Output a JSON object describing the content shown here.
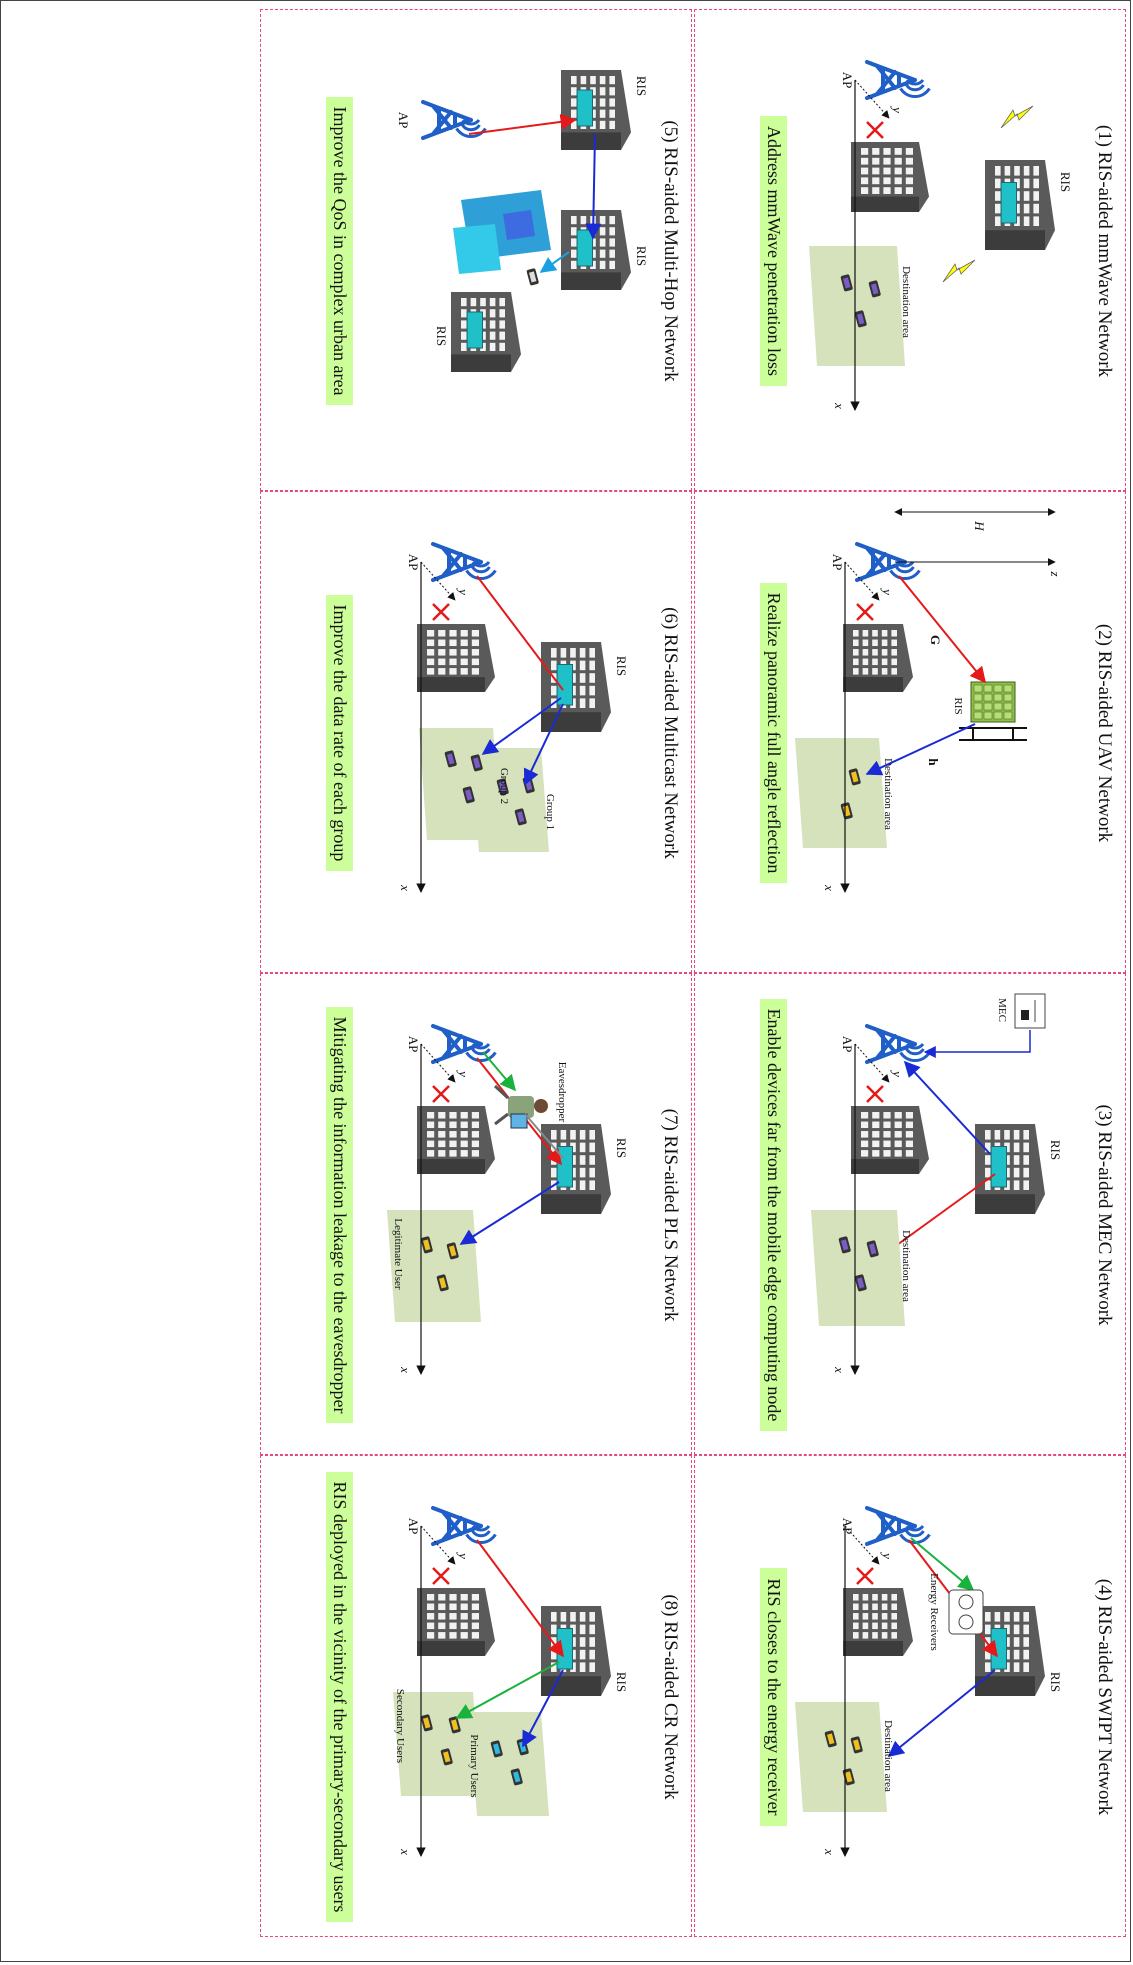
{
  "panels": [
    {
      "title": "(1) RIS-aided mmWave Network",
      "caption": "Address mmWave penetration loss",
      "labels": {
        "ris": "RIS",
        "ap": "AP",
        "dest": "Destination area",
        "x": "x",
        "y": "y"
      }
    },
    {
      "title": "(2) RIS-aided UAV Network",
      "caption": "Realize panoramic full angle reflection",
      "labels": {
        "ris": "RIS",
        "ap": "AP",
        "dest": "Destination area",
        "x": "x",
        "y": "y",
        "z": "z",
        "H": "H",
        "G": "G",
        "h": "h"
      }
    },
    {
      "title": "(3) RIS-aided MEC Network",
      "caption": "Enable devices far from the mobile edge computing node",
      "labels": {
        "ris": "RIS",
        "ap": "AP",
        "dest": "Destination area",
        "mec": "MEC",
        "x": "x",
        "y": "y"
      }
    },
    {
      "title": "(4) RIS-aided SWIPT Network",
      "caption": "RIS closes to the energy receiver",
      "labels": {
        "ris": "RIS",
        "ap": "AP",
        "dest": "Destination area",
        "energy": "Energy Receivers",
        "x": "x",
        "y": "y"
      }
    },
    {
      "title": "(5) RIS-aided Multi-Hop Network",
      "caption": "Improve the QoS in complex urban area",
      "labels": {
        "ris1": "RIS",
        "ris2": "RIS",
        "ris3": "RIS",
        "ap": "AP"
      }
    },
    {
      "title": "(6) RIS-aided Multicast Network",
      "caption": "Improve the data rate of each group",
      "labels": {
        "ris": "RIS",
        "ap": "AP",
        "g1": "Group 1",
        "g2": "Group 2",
        "x": "x",
        "y": "y"
      }
    },
    {
      "title": "(7) RIS-aided PLS Network",
      "caption": "Mitigating the information leakage to the eavesdropper",
      "labels": {
        "ris": "RIS",
        "ap": "AP",
        "eve": "Eavesdropper",
        "legit": "Legitimate User",
        "x": "x",
        "y": "y"
      }
    },
    {
      "title": "(8) RIS-aided CR Network",
      "caption": "RIS deployed in the vicinity of the primary-secondary users",
      "labels": {
        "ris": "RIS",
        "ap": "AP",
        "pu": "Primary Users",
        "su": "Secondary Users",
        "x": "x",
        "y": "y"
      }
    }
  ],
  "colors": {
    "border": "#e8467c",
    "caption_bg": "#ccff99",
    "tower": "#1f5fc7",
    "building": "#5a5a5a",
    "ris_panel": "#20c0c8",
    "area": "#d5e2bc",
    "phone_purple": "#7a5cc4",
    "phone_yellow": "#f0c020",
    "phone_cyan": "#30b8e0",
    "red_link": "#e51919",
    "blue_link": "#1a2ad4",
    "green_link": "#18b23c",
    "lightblue_link": "#19a0e0",
    "cross": "#e51919"
  }
}
